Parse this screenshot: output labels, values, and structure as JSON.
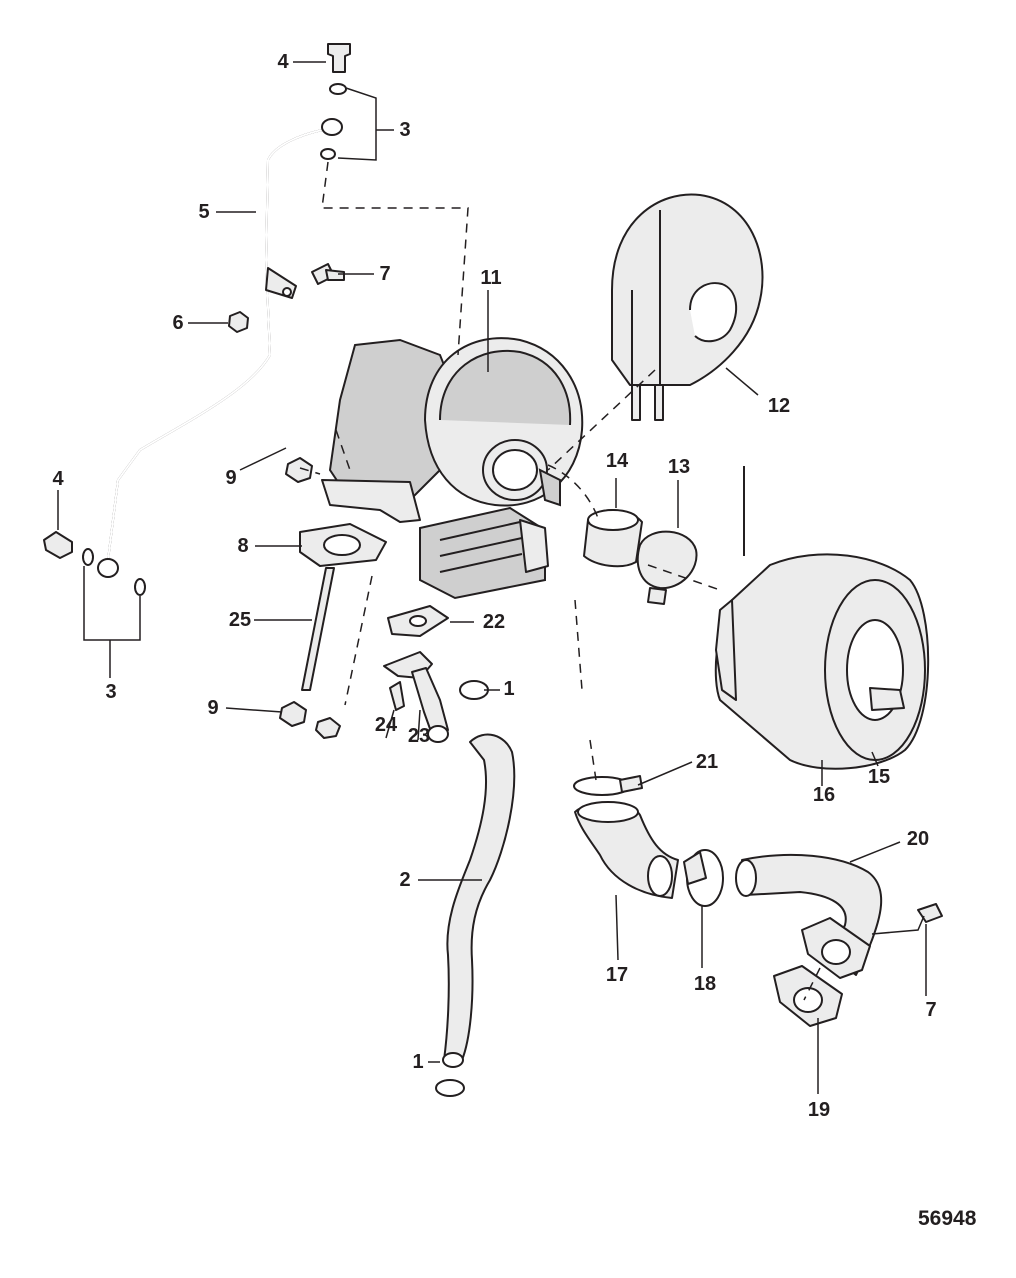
{
  "figure_number": "56948",
  "callouts": [
    {
      "id": "c1a",
      "label": "1"
    },
    {
      "id": "c1b",
      "label": "1"
    },
    {
      "id": "c2",
      "label": "2"
    },
    {
      "id": "c3a",
      "label": "3"
    },
    {
      "id": "c3b",
      "label": "3"
    },
    {
      "id": "c4a",
      "label": "4"
    },
    {
      "id": "c4b",
      "label": "4"
    },
    {
      "id": "c5",
      "label": "5"
    },
    {
      "id": "c6",
      "label": "6"
    },
    {
      "id": "c7a",
      "label": "7"
    },
    {
      "id": "c7b",
      "label": "7"
    },
    {
      "id": "c8",
      "label": "8"
    },
    {
      "id": "c9a",
      "label": "9"
    },
    {
      "id": "c9b",
      "label": "9"
    },
    {
      "id": "c11",
      "label": "11"
    },
    {
      "id": "c12",
      "label": "12"
    },
    {
      "id": "c13",
      "label": "13"
    },
    {
      "id": "c14",
      "label": "14"
    },
    {
      "id": "c15",
      "label": "15"
    },
    {
      "id": "c16",
      "label": "16"
    },
    {
      "id": "c17",
      "label": "17"
    },
    {
      "id": "c18",
      "label": "18"
    },
    {
      "id": "c19",
      "label": "19"
    },
    {
      "id": "c20",
      "label": "20"
    },
    {
      "id": "c21",
      "label": "21"
    },
    {
      "id": "c22",
      "label": "22"
    },
    {
      "id": "c23",
      "label": "23"
    },
    {
      "id": "c24",
      "label": "24"
    },
    {
      "id": "c25",
      "label": "25"
    }
  ]
}
